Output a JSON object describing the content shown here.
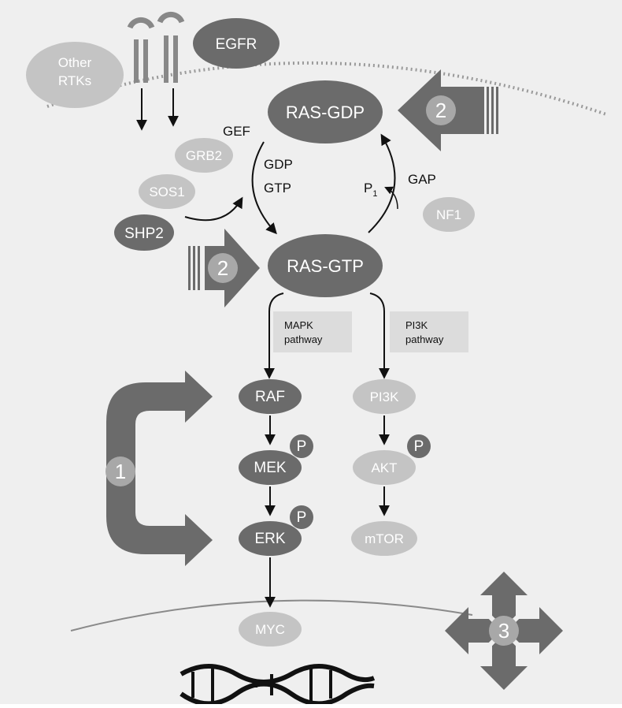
{
  "receptors": {
    "egfr": "EGFR",
    "other_rtks_line1": "Other",
    "other_rtks_line2": "RTKs"
  },
  "ras": {
    "gdp": "RAS-GDP",
    "gtp": "RAS-GTP"
  },
  "cycle": {
    "gef": "GEF",
    "gdp": "GDP",
    "gtp": "GTP",
    "gap": "GAP",
    "pi": "P",
    "pi_sub": "1"
  },
  "adaptors": {
    "grb2": "GRB2",
    "sos1": "SOS1",
    "shp2": "SHP2",
    "nf1": "NF1"
  },
  "pathways": {
    "mapk_line1": "MAPK",
    "mapk_line2": "pathway",
    "pi3k_line1": "PI3K",
    "pi3k_line2": "pathway"
  },
  "mapk_nodes": {
    "raf": "RAF",
    "mek": "MEK",
    "erk": "ERK"
  },
  "pi3k_nodes": {
    "pi3k": "PI3K",
    "akt": "AKT",
    "mtor": "mTOR"
  },
  "phospho": "P",
  "nucleus": {
    "myc": "MYC"
  },
  "markers": {
    "one": "1",
    "two_top": "2",
    "two_left": "2",
    "three": "3"
  },
  "colors": {
    "dark": "#6b6b6b",
    "medium": "#8a8a8a",
    "light": "#c4c4c4",
    "background": "#efefef",
    "box": "#dcdcdc"
  }
}
